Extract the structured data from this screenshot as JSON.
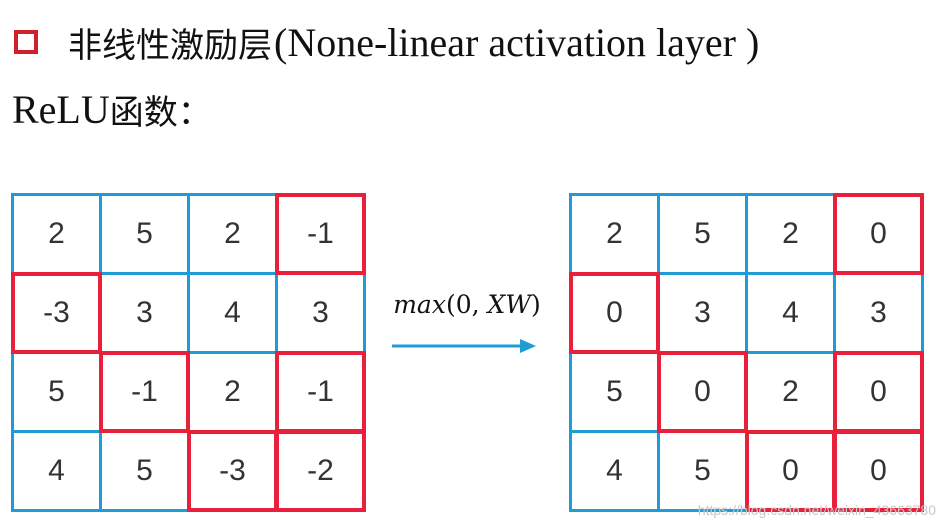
{
  "heading": {
    "cjk": "非线性激励层",
    "latin": "(None-linear activation layer )"
  },
  "subheading": {
    "latin": "ReLU",
    "cjk": "函数："
  },
  "operation": {
    "fn": "max",
    "open": "(",
    "zero": "0",
    "comma": ", ",
    "xw": "XW",
    "close": ")"
  },
  "colors": {
    "grid": "#1f9bd6",
    "highlight": "#e8203c",
    "checkbox": "#d2202a",
    "arrow": "#1f9bd6"
  },
  "input_matrix": [
    [
      "2",
      "5",
      "2",
      "-1"
    ],
    [
      "-3",
      "3",
      "4",
      "3"
    ],
    [
      "5",
      "-1",
      "2",
      "-1"
    ],
    [
      "4",
      "5",
      "-3",
      "-2"
    ]
  ],
  "output_matrix": [
    [
      "2",
      "5",
      "2",
      "0"
    ],
    [
      "0",
      "3",
      "4",
      "3"
    ],
    [
      "5",
      "0",
      "2",
      "0"
    ],
    [
      "4",
      "5",
      "0",
      "0"
    ]
  ],
  "highlighted": [
    [
      0,
      3
    ],
    [
      1,
      0
    ],
    [
      2,
      1
    ],
    [
      2,
      3
    ],
    [
      3,
      2
    ],
    [
      3,
      3
    ]
  ],
  "watermark": "https://blog.csdn.net/weixin_43663780"
}
